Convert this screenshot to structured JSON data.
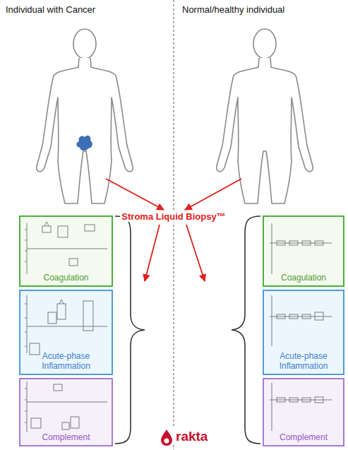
{
  "diagram": {
    "nodes": [
      {
        "text": [
          "Coagulation"
        ]
      },
      {
        "text": [
          "Acute-phase Inflammation"
        ]
      },
      {
        "text": [
          "Complement"
        ]
      },
      {
        "text": [
          "Coagulation"
        ]
      },
      {
        "text": [
          "Acute-phase Inflammation"
        ]
      },
      {
        "text": [
          "Complement"
        ]
      }
    ],
    "labels": [
      "Individual with Cancer",
      "Normal/healthy individual",
      "Stroma Liquid Biopsy™",
      "rakta"
    ]
  }
}
